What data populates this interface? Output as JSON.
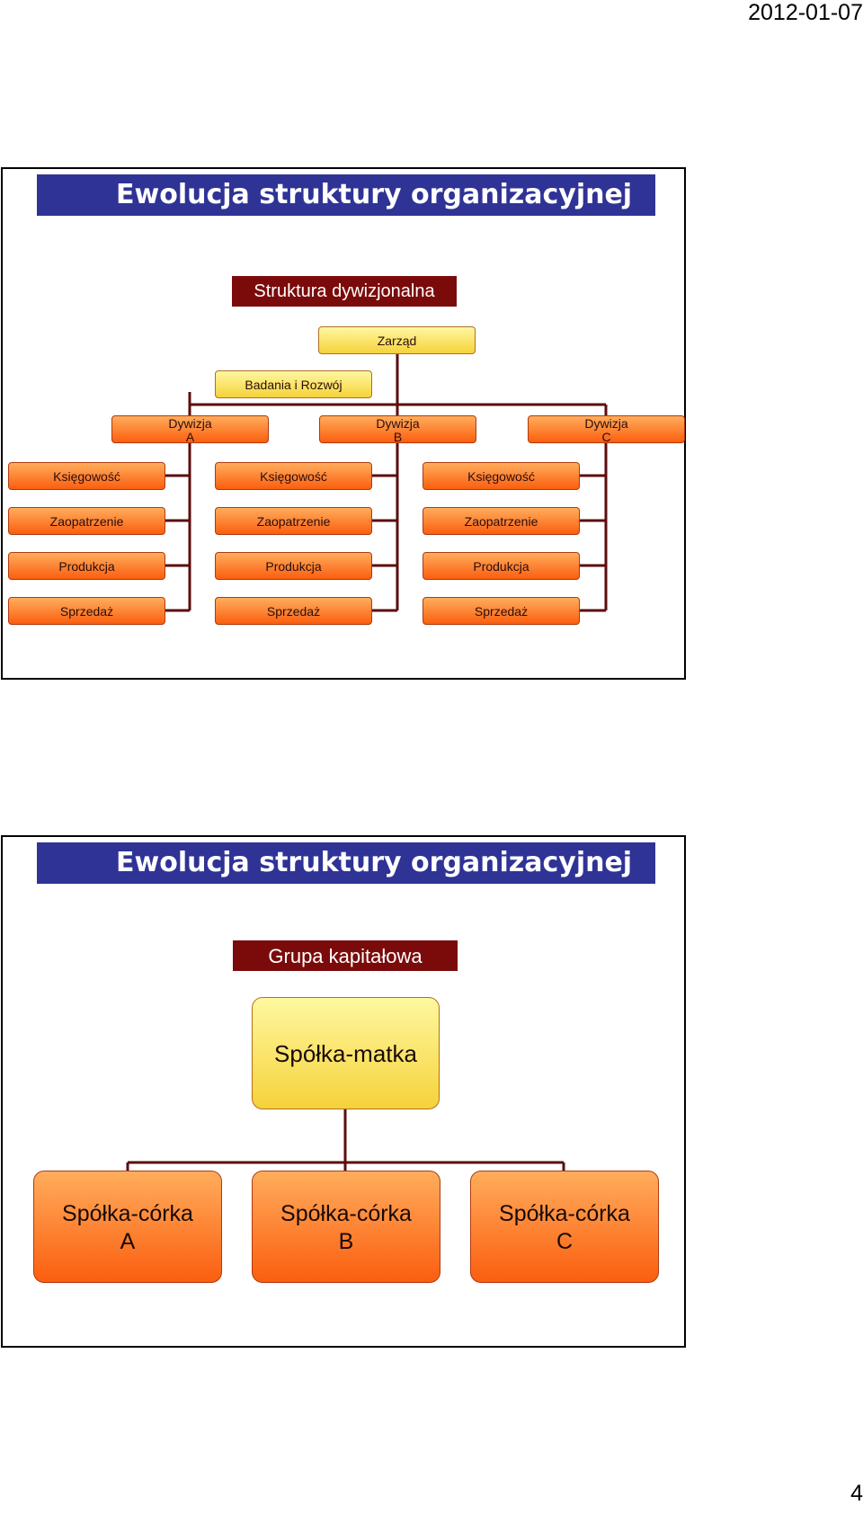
{
  "header": {
    "date": "2012-01-07"
  },
  "slides": [
    {
      "title": "Ewolucja struktury organizacyjnej",
      "subtitle": "Struktura dywizjonalna",
      "top": "Zarząd",
      "staff": "Badania i Rozwój",
      "divisions": [
        {
          "line1": "Dywizja",
          "line2": "A"
        },
        {
          "line1": "Dywizja",
          "line2": "B"
        },
        {
          "line1": "Dywizja",
          "line2": "C"
        }
      ],
      "departments": [
        "Księgowość",
        "Zaopatrzenie",
        "Produkcja",
        "Sprzedaż"
      ]
    },
    {
      "title": "Ewolucja struktury organizacyjnej",
      "subtitle": "Grupa kapitałowa",
      "parent": "Spółka-matka",
      "children": [
        {
          "line1": "Spółka-córka",
          "line2": "A"
        },
        {
          "line1": "Spółka-córka",
          "line2": "B"
        },
        {
          "line1": "Spółka-córka",
          "line2": "C"
        }
      ]
    }
  ],
  "footer": {
    "page": "4"
  },
  "colors": {
    "title_bar": "#2f3396",
    "subtitle_bg": "#7b0b0b",
    "connector": "#5c0d0d",
    "yellow_box": "#f8e36a",
    "orange_box": "#fb7a22"
  }
}
